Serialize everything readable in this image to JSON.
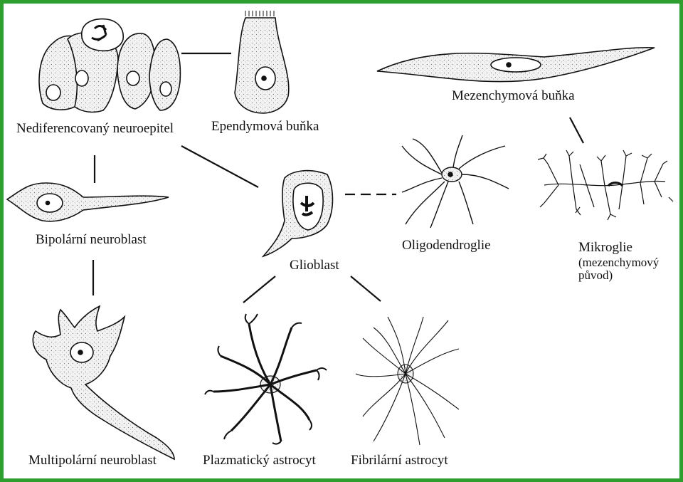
{
  "labels": {
    "nediferencovany": "Nediferencovaný neuroepitel",
    "ependymova": "Ependymová buňka",
    "mezenchymova": "Mezenchymová buňka",
    "bipolarni": "Bipolární neuroblast",
    "glioblast": "Glioblast",
    "oligodendroglie": "Oligodendroglie",
    "mikroglie": "Mikroglie",
    "mikroglie_note_1": "(mezenchymový",
    "mikroglie_note_2": "původ)",
    "multipolarni": "Multipolární neuroblast",
    "plazmaticky": "Plazmatický astrocyt",
    "fibrilarni": "Fibrilární astrocyt"
  },
  "colors": {
    "frame": "#2e9e2e",
    "ink": "#111111",
    "cell_fill": "#ececec"
  }
}
